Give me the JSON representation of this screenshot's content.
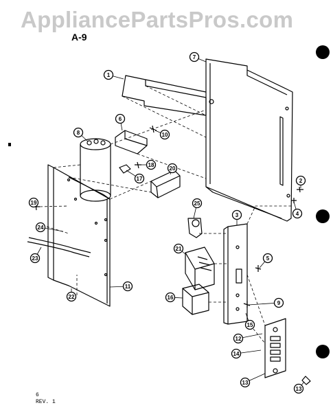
{
  "watermark": "AppliancePartsPros.com",
  "figure_label": "A-9",
  "footer": {
    "page": "6",
    "revision": "REV. 1"
  },
  "parts": [
    {
      "n": "1"
    },
    {
      "n": "7"
    },
    {
      "n": "6"
    },
    {
      "n": "8"
    },
    {
      "n": "10"
    },
    {
      "n": "18"
    },
    {
      "n": "20"
    },
    {
      "n": "17"
    },
    {
      "n": "2"
    },
    {
      "n": "4"
    },
    {
      "n": "19"
    },
    {
      "n": "25"
    },
    {
      "n": "3"
    },
    {
      "n": "24"
    },
    {
      "n": "21"
    },
    {
      "n": "5"
    },
    {
      "n": "23"
    },
    {
      "n": "11"
    },
    {
      "n": "22"
    },
    {
      "n": "16"
    },
    {
      "n": "9"
    },
    {
      "n": "15"
    },
    {
      "n": "12"
    },
    {
      "n": "14"
    },
    {
      "n": "13"
    },
    {
      "n": "13"
    }
  ]
}
